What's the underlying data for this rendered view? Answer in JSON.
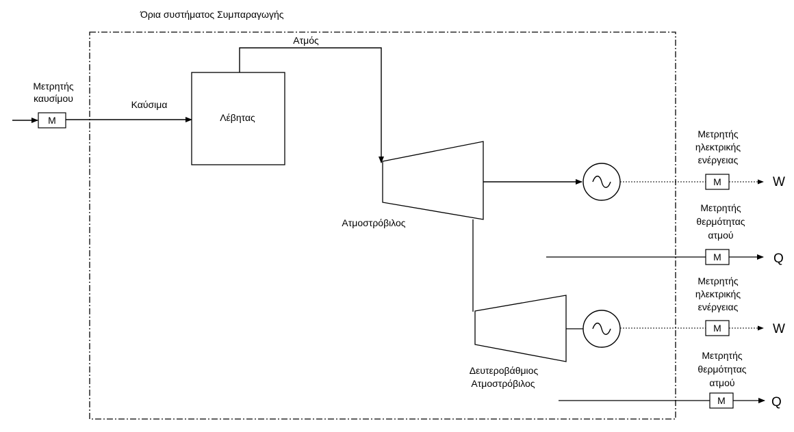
{
  "system_boundary_label": "Όρια συστήματος Συμπαραγωγής",
  "fuel_meter": {
    "line1": "Μετρητής",
    "line2": "καυσίμου",
    "symbol": "M"
  },
  "fuel_label": "Καύσιμα",
  "boiler_label": "Λέβητας",
  "steam_label": "Ατμός",
  "turbine_label": "Ατμοστρόβιλος",
  "secondary_turbine": {
    "line1": "Δευτεροβάθμιος",
    "line2": "Ατμοστρόβιλος"
  },
  "meter_symbol": "M",
  "electric_meter_1": {
    "line1": "Μετρητής",
    "line2": "ηλεκτρικής",
    "line3": "ενέργειας",
    "output": "W"
  },
  "heat_meter_1": {
    "line1": "Μετρητής",
    "line2": "θερμότητας",
    "line3": "ατμού",
    "output": "Q"
  },
  "electric_meter_2": {
    "line1": "Μετρητής",
    "line2": "ηλεκτρικής",
    "line3": "ενέργειας",
    "output": "W"
  },
  "heat_meter_2": {
    "line1": "Μετρητής",
    "line2": "θερμότητας",
    "line3": "ατμού",
    "output": "Q"
  }
}
